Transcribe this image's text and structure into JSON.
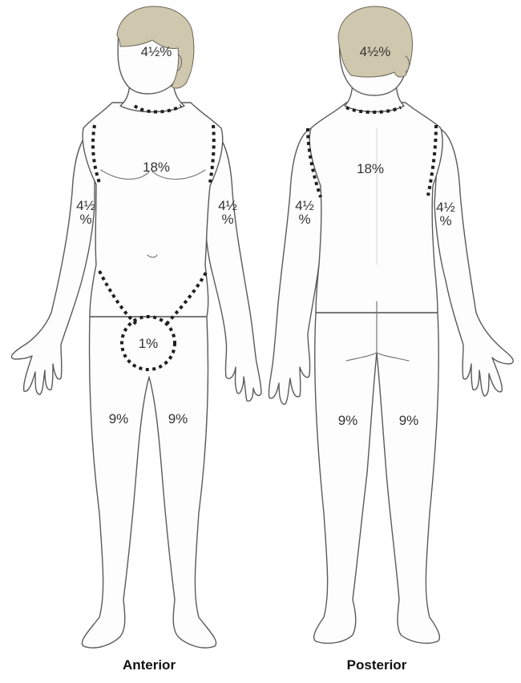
{
  "views": [
    {
      "id": "anterior",
      "title": "Anterior",
      "regions": [
        {
          "name": "head",
          "label": "4½%"
        },
        {
          "name": "trunk",
          "label": "18%"
        },
        {
          "name": "right-arm",
          "label": "4½ %"
        },
        {
          "name": "left-arm",
          "label": "4½ %"
        },
        {
          "name": "perineum",
          "label": "1%"
        },
        {
          "name": "right-leg",
          "label": "9%"
        },
        {
          "name": "left-leg",
          "label": "9%"
        }
      ]
    },
    {
      "id": "posterior",
      "title": "Posterior",
      "regions": [
        {
          "name": "head",
          "label": "4½%"
        },
        {
          "name": "trunk",
          "label": "18%"
        },
        {
          "name": "left-arm",
          "label": "4½ %"
        },
        {
          "name": "right-arm",
          "label": "4½ %"
        },
        {
          "name": "left-leg",
          "label": "9%"
        },
        {
          "name": "right-leg",
          "label": "9%"
        }
      ]
    }
  ],
  "colors": {
    "hair": "#cfc7ae",
    "outline": "#5a5a5a",
    "dashed_boundary": "#1f1f1f",
    "text": "#333333"
  }
}
